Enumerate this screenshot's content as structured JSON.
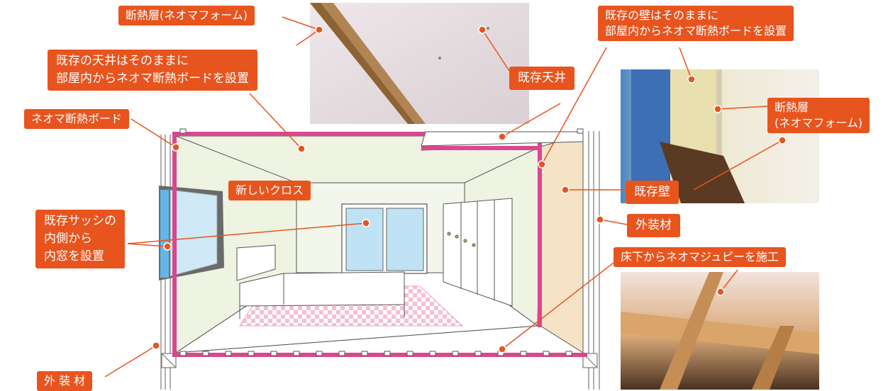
{
  "labels": {
    "ceiling_insulation_layer": "断熱層(ネオマフォーム)",
    "existing_ceiling_board_line1": "既存の天井はそのままに",
    "existing_ceiling_board_line2": "部屋内からネオマ断熱ボードを設置",
    "neoma_board": "ネオマ断熱ボード",
    "existing_ceiling": "既存天井",
    "existing_wall_board_line1": "既存の壁はそのままに",
    "existing_wall_board_line2": "部屋内からネオマ断熱ボードを設置",
    "wall_insulation_layer_line1": "断熱層",
    "wall_insulation_layer_line2": "(ネオマフォーム)",
    "new_cloth": "新しいクロス",
    "existing_wall": "既存壁",
    "exterior_material_right": "外装材",
    "inner_window_line1": "既存サッシの",
    "inner_window_line2": "内側から",
    "inner_window_line3": "内窓を設置",
    "floor_construction": "床下からネオマジュピーを施工",
    "exterior_material_left": "外 装 材"
  },
  "photos": [
    {
      "name": "ceiling-photo",
      "subject": "ceiling insulation"
    },
    {
      "name": "wall-photo",
      "subject": "wall insulation"
    },
    {
      "name": "floor-photo",
      "subject": "underfloor insulation"
    }
  ],
  "colors": {
    "label_bg": "#e8541e",
    "label_text": "#ffffff",
    "insulation_board": "#d9478f",
    "wall_fill": "#eef3e2",
    "existing_wall_fill": "#f6e3c6",
    "window_glass": "#63b6e8",
    "rug_check": "#f6bfd2",
    "leader_line": "#e8541e"
  }
}
